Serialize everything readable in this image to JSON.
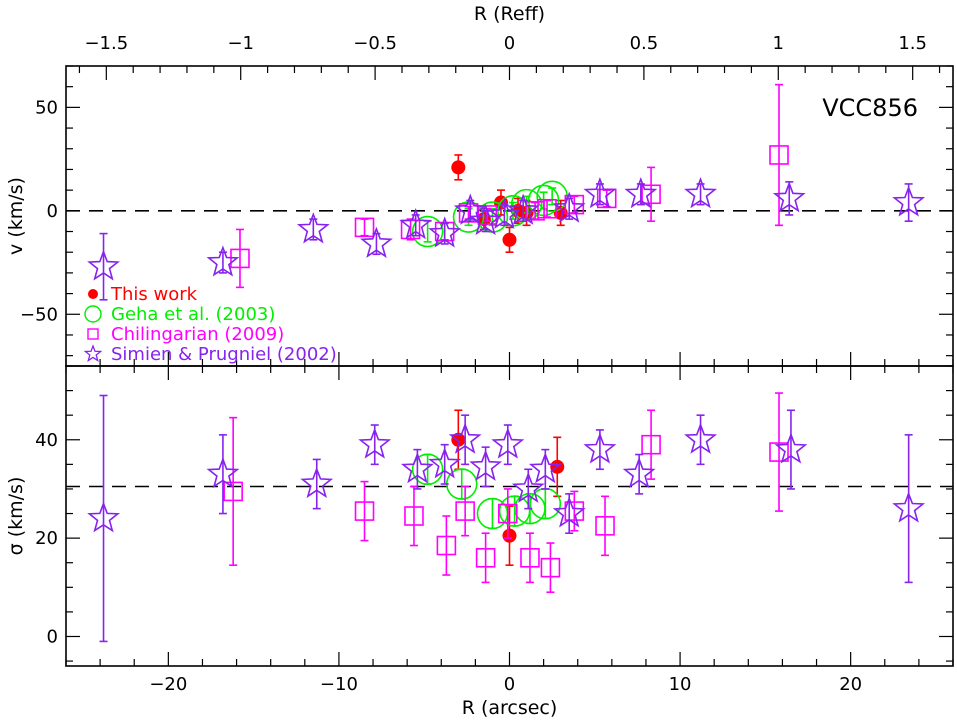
{
  "chart_data": [
    {
      "type": "scatter",
      "panel": "top",
      "title": "VCC856",
      "xlabel_top": "R (Reff)",
      "ylabel": "v (km/s)",
      "xlim": [
        -26,
        26
      ],
      "ylim": [
        -75,
        70
      ],
      "xlim_top": [
        -1.65,
        1.65
      ],
      "yticks": [
        -50,
        0,
        50
      ],
      "xticks_top": [
        -1.5,
        -1,
        -0.5,
        0,
        0.5,
        1,
        1.5
      ],
      "xtick_labels_top": [
        "−1.5",
        "−1",
        "−0.5",
        "0",
        "0.5",
        "1",
        "1.5"
      ],
      "ytick_labels": [
        "−50",
        "0",
        "50"
      ],
      "reference_line": 0,
      "legend_placement": "lower-left",
      "series": [
        {
          "name": "This work",
          "marker": "filled-circle",
          "color": "#ff0000",
          "points": [
            [
              -3.0,
              21,
              6
            ],
            [
              -1.5,
              -4,
              5
            ],
            [
              -0.5,
              4,
              6
            ],
            [
              0.0,
              -14,
              6
            ],
            [
              0.5,
              0,
              6
            ],
            [
              1.0,
              -1,
              6
            ],
            [
              3.0,
              -1,
              6
            ]
          ]
        },
        {
          "name": "Geha et al. (2003)",
          "marker": "open-circle",
          "color": "#00ee00",
          "points": [
            [
              -4.8,
              -10,
              5
            ],
            [
              -2.4,
              -3,
              4
            ],
            [
              -1.0,
              -3,
              4
            ],
            [
              0.2,
              0,
              4
            ],
            [
              1.0,
              3,
              4
            ],
            [
              2.0,
              5,
              4
            ],
            [
              2.5,
              7,
              4
            ]
          ]
        },
        {
          "name": "Chilingarian (2009)",
          "marker": "open-square",
          "color": "#ff00ff",
          "points": [
            [
              -15.8,
              -23,
              14
            ],
            [
              -8.5,
              -8,
              4
            ],
            [
              -5.8,
              -9,
              5
            ],
            [
              -3.8,
              -10,
              4
            ],
            [
              -2.4,
              -1,
              3
            ],
            [
              -1.3,
              -2,
              3
            ],
            [
              1.5,
              0,
              4
            ],
            [
              2.2,
              1,
              4
            ],
            [
              3.8,
              3,
              4
            ],
            [
              5.7,
              6,
              4
            ],
            [
              8.3,
              8,
              13
            ],
            [
              15.8,
              27,
              34
            ]
          ]
        },
        {
          "name": "Simien & Prugniel (2002)",
          "marker": "open-star",
          "color": "#8822ee",
          "points": [
            [
              -23.8,
              -27,
              16
            ],
            [
              -16.8,
              -25,
              5
            ],
            [
              -11.5,
              -9,
              5
            ],
            [
              -7.8,
              -16,
              5
            ],
            [
              -5.5,
              -7,
              5
            ],
            [
              -3.8,
              -11,
              5
            ],
            [
              -2.3,
              0,
              5
            ],
            [
              -1.4,
              -5,
              5
            ],
            [
              -0.3,
              -2,
              5
            ],
            [
              0.8,
              0,
              5
            ],
            [
              3.5,
              1,
              5
            ],
            [
              5.3,
              8,
              5
            ],
            [
              7.7,
              8,
              5
            ],
            [
              11.2,
              8,
              5
            ],
            [
              16.4,
              6,
              8
            ],
            [
              23.4,
              4,
              9
            ]
          ]
        }
      ]
    },
    {
      "type": "scatter",
      "panel": "bottom",
      "xlabel": "R (arcsec)",
      "ylabel": "σ (km/s)",
      "xlim": [
        -26,
        26
      ],
      "ylim": [
        -6,
        55
      ],
      "xticks": [
        -20,
        -10,
        0,
        10,
        20
      ],
      "xtick_labels": [
        "−20",
        "−10",
        "0",
        "10",
        "20"
      ],
      "yticks": [
        0,
        20,
        40
      ],
      "ytick_labels": [
        "0",
        "20",
        "40"
      ],
      "reference_line": 30.5,
      "series": [
        {
          "name": "This work",
          "marker": "filled-circle",
          "color": "#ff0000",
          "points": [
            [
              -3.0,
              40,
              6
            ],
            [
              0.0,
              20.5,
              6
            ],
            [
              2.8,
              34.5,
              6
            ]
          ]
        },
        {
          "name": "Geha et al. (2003)",
          "marker": "open-circle",
          "color": "#00ee00",
          "points": [
            [
              -4.8,
              34,
              3
            ],
            [
              -2.8,
              31,
              3
            ],
            [
              -1.0,
              25,
              3
            ],
            [
              0.3,
              25.5,
              3
            ],
            [
              1.2,
              26,
              3
            ],
            [
              2.1,
              27,
              3
            ]
          ]
        },
        {
          "name": "Chilingarian (2009)",
          "marker": "open-square",
          "color": "#ff00ff",
          "points": [
            [
              -16.2,
              29.5,
              15
            ],
            [
              -8.5,
              25.5,
              6
            ],
            [
              -5.6,
              24.5,
              6
            ],
            [
              -3.7,
              18.5,
              6
            ],
            [
              -2.6,
              25.5,
              5
            ],
            [
              -1.4,
              16,
              5
            ],
            [
              -0.1,
              25,
              5
            ],
            [
              1.2,
              16,
              5
            ],
            [
              2.4,
              14,
              5
            ],
            [
              3.8,
              25.5,
              4
            ],
            [
              5.6,
              22.5,
              6
            ],
            [
              8.3,
              39,
              7
            ],
            [
              15.8,
              37.5,
              12
            ]
          ]
        },
        {
          "name": "Simien & Prugniel (2002)",
          "marker": "open-star",
          "color": "#8822ee",
          "points": [
            [
              -23.8,
              24,
              25
            ],
            [
              -16.8,
              33,
              8
            ],
            [
              -11.3,
              31,
              5
            ],
            [
              -7.9,
              39,
              4
            ],
            [
              -5.4,
              34,
              4
            ],
            [
              -3.8,
              35,
              4
            ],
            [
              -2.6,
              40,
              5
            ],
            [
              -1.4,
              34.5,
              4
            ],
            [
              -0.1,
              39,
              4
            ],
            [
              1.1,
              30,
              4
            ],
            [
              2.1,
              34,
              4
            ],
            [
              3.5,
              25,
              4
            ],
            [
              5.3,
              38,
              4
            ],
            [
              7.6,
              33,
              4
            ],
            [
              11.2,
              40,
              5
            ],
            [
              16.5,
              38,
              8
            ],
            [
              23.4,
              26,
              15
            ]
          ]
        }
      ]
    }
  ]
}
